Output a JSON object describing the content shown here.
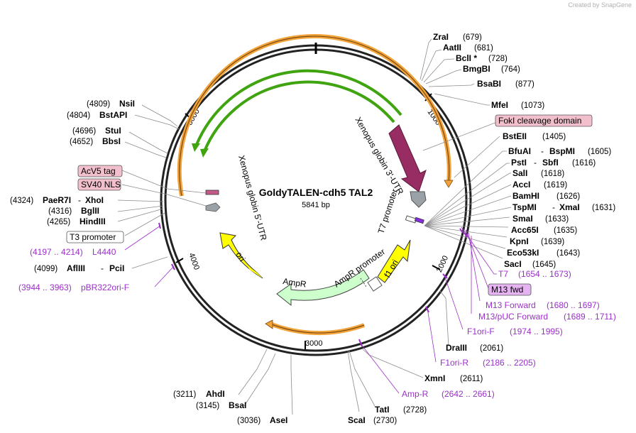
{
  "brand": {
    "created_by": "Created by",
    "name": "SnapGene"
  },
  "plasmid": {
    "name": "GoldyTALEN-cdh5 TAL2",
    "length": "5841 bp"
  },
  "ticks": [
    "1000",
    "2000",
    "3000",
    "4000",
    "5000"
  ],
  "enzymes_right": [
    {
      "name": "ZraI",
      "pos": "(679)"
    },
    {
      "name": "AatII",
      "pos": "(681)"
    },
    {
      "name": "BclI *",
      "pos": "(728)"
    },
    {
      "name": "BmgBI",
      "pos": "(764)"
    },
    {
      "name": "BsaBI",
      "pos": "(877)"
    },
    {
      "name": "MfeI",
      "pos": "(1073)"
    },
    {
      "name": "BstEII",
      "pos": "(1405)"
    },
    {
      "name": "BfuAI",
      "sep": "-",
      "name2": "BspMI",
      "pos": "(1605)"
    },
    {
      "name": "PstI",
      "sep": "-",
      "name2": "SbfI",
      "pos": "(1616)"
    },
    {
      "name": "SalI",
      "pos": "(1618)"
    },
    {
      "name": "AccI",
      "pos": "(1619)"
    },
    {
      "name": "BamHI",
      "pos": "(1626)"
    },
    {
      "name": "TspMI",
      "sep": "-",
      "name2": "XmaI",
      "pos": "(1631)"
    },
    {
      "name": "SmaI",
      "pos": "(1633)"
    },
    {
      "name": "Acc65I",
      "pos": "(1635)"
    },
    {
      "name": "KpnI",
      "pos": "(1639)"
    },
    {
      "name": "Eco53kI",
      "pos": "(1643)"
    },
    {
      "name": "SacI",
      "pos": "(1645)"
    }
  ],
  "enzymes_bottom": [
    {
      "name": "DraIII",
      "pos": "(2061)"
    },
    {
      "name": "XmnI",
      "pos": "(2611)"
    },
    {
      "name": "TatI",
      "pos": "(2728)"
    },
    {
      "name": "ScaI",
      "pos": "(2730)"
    },
    {
      "name": "AseI",
      "pos": "(3036)"
    },
    {
      "name": "BsaI",
      "pos": "(3145)"
    },
    {
      "name": "AhdI",
      "pos": "(3211)"
    }
  ],
  "enzymes_left": [
    {
      "name": "NsiI",
      "pos": "(4809)"
    },
    {
      "name": "BstAPI",
      "pos": "(4804)"
    },
    {
      "name": "StuI",
      "pos": "(4696)"
    },
    {
      "name": "BbsI",
      "pos": "(4652)"
    },
    {
      "name": "PaeR7I",
      "sep": "-",
      "name2": "XhoI",
      "pos": "(4324)"
    },
    {
      "name": "BglII",
      "pos": "(4316)"
    },
    {
      "name": "HindIII",
      "pos": "(4265)"
    },
    {
      "name": "AflIII",
      "sep": "-",
      "name2": "PciI",
      "pos": "(4099)"
    }
  ],
  "primers": [
    {
      "name": "T7",
      "pos": "(1654 .. 1673)"
    },
    {
      "name": "M13 Forward",
      "pos": "(1680 .. 1697)"
    },
    {
      "name": "M13/pUC Forward",
      "pos": "(1689 .. 1711)"
    },
    {
      "name": "F1ori-F",
      "pos": "(1974 .. 1995)"
    },
    {
      "name": "F1ori-R",
      "pos": "(2186 .. 2205)"
    },
    {
      "name": "Amp-R",
      "pos": "(2642 .. 2661)"
    },
    {
      "name": "L4440",
      "pos": "(4197 .. 4214)"
    },
    {
      "name": "pBR322ori-F",
      "pos": "(3944 .. 3963)"
    }
  ],
  "callouts": {
    "foki": "FokI cleavage domain",
    "m13fwd": "M13 fwd",
    "acv5": "AcV5 tag",
    "sv40": "SV40 NLS",
    "t3": "T3 promoter"
  },
  "features": {
    "xen3": "Xenopus globin 3'-UTR",
    "xen5": "Xenopus globin 5'-UTR",
    "t7prom": "T7 promoter",
    "ampr_prom": "AmpR promoter",
    "ampr": "AmpR",
    "f1ori": "f1 ori",
    "ori": "ori"
  },
  "colors": {
    "orange_arc": "#f2a33a",
    "green_arc": "#3fa40f",
    "xen3": "#972d63",
    "ori": "#ffff00",
    "ampr": "#ccffcc",
    "primer": "#9b30c8",
    "callout_pink": "#f2c0cd"
  }
}
